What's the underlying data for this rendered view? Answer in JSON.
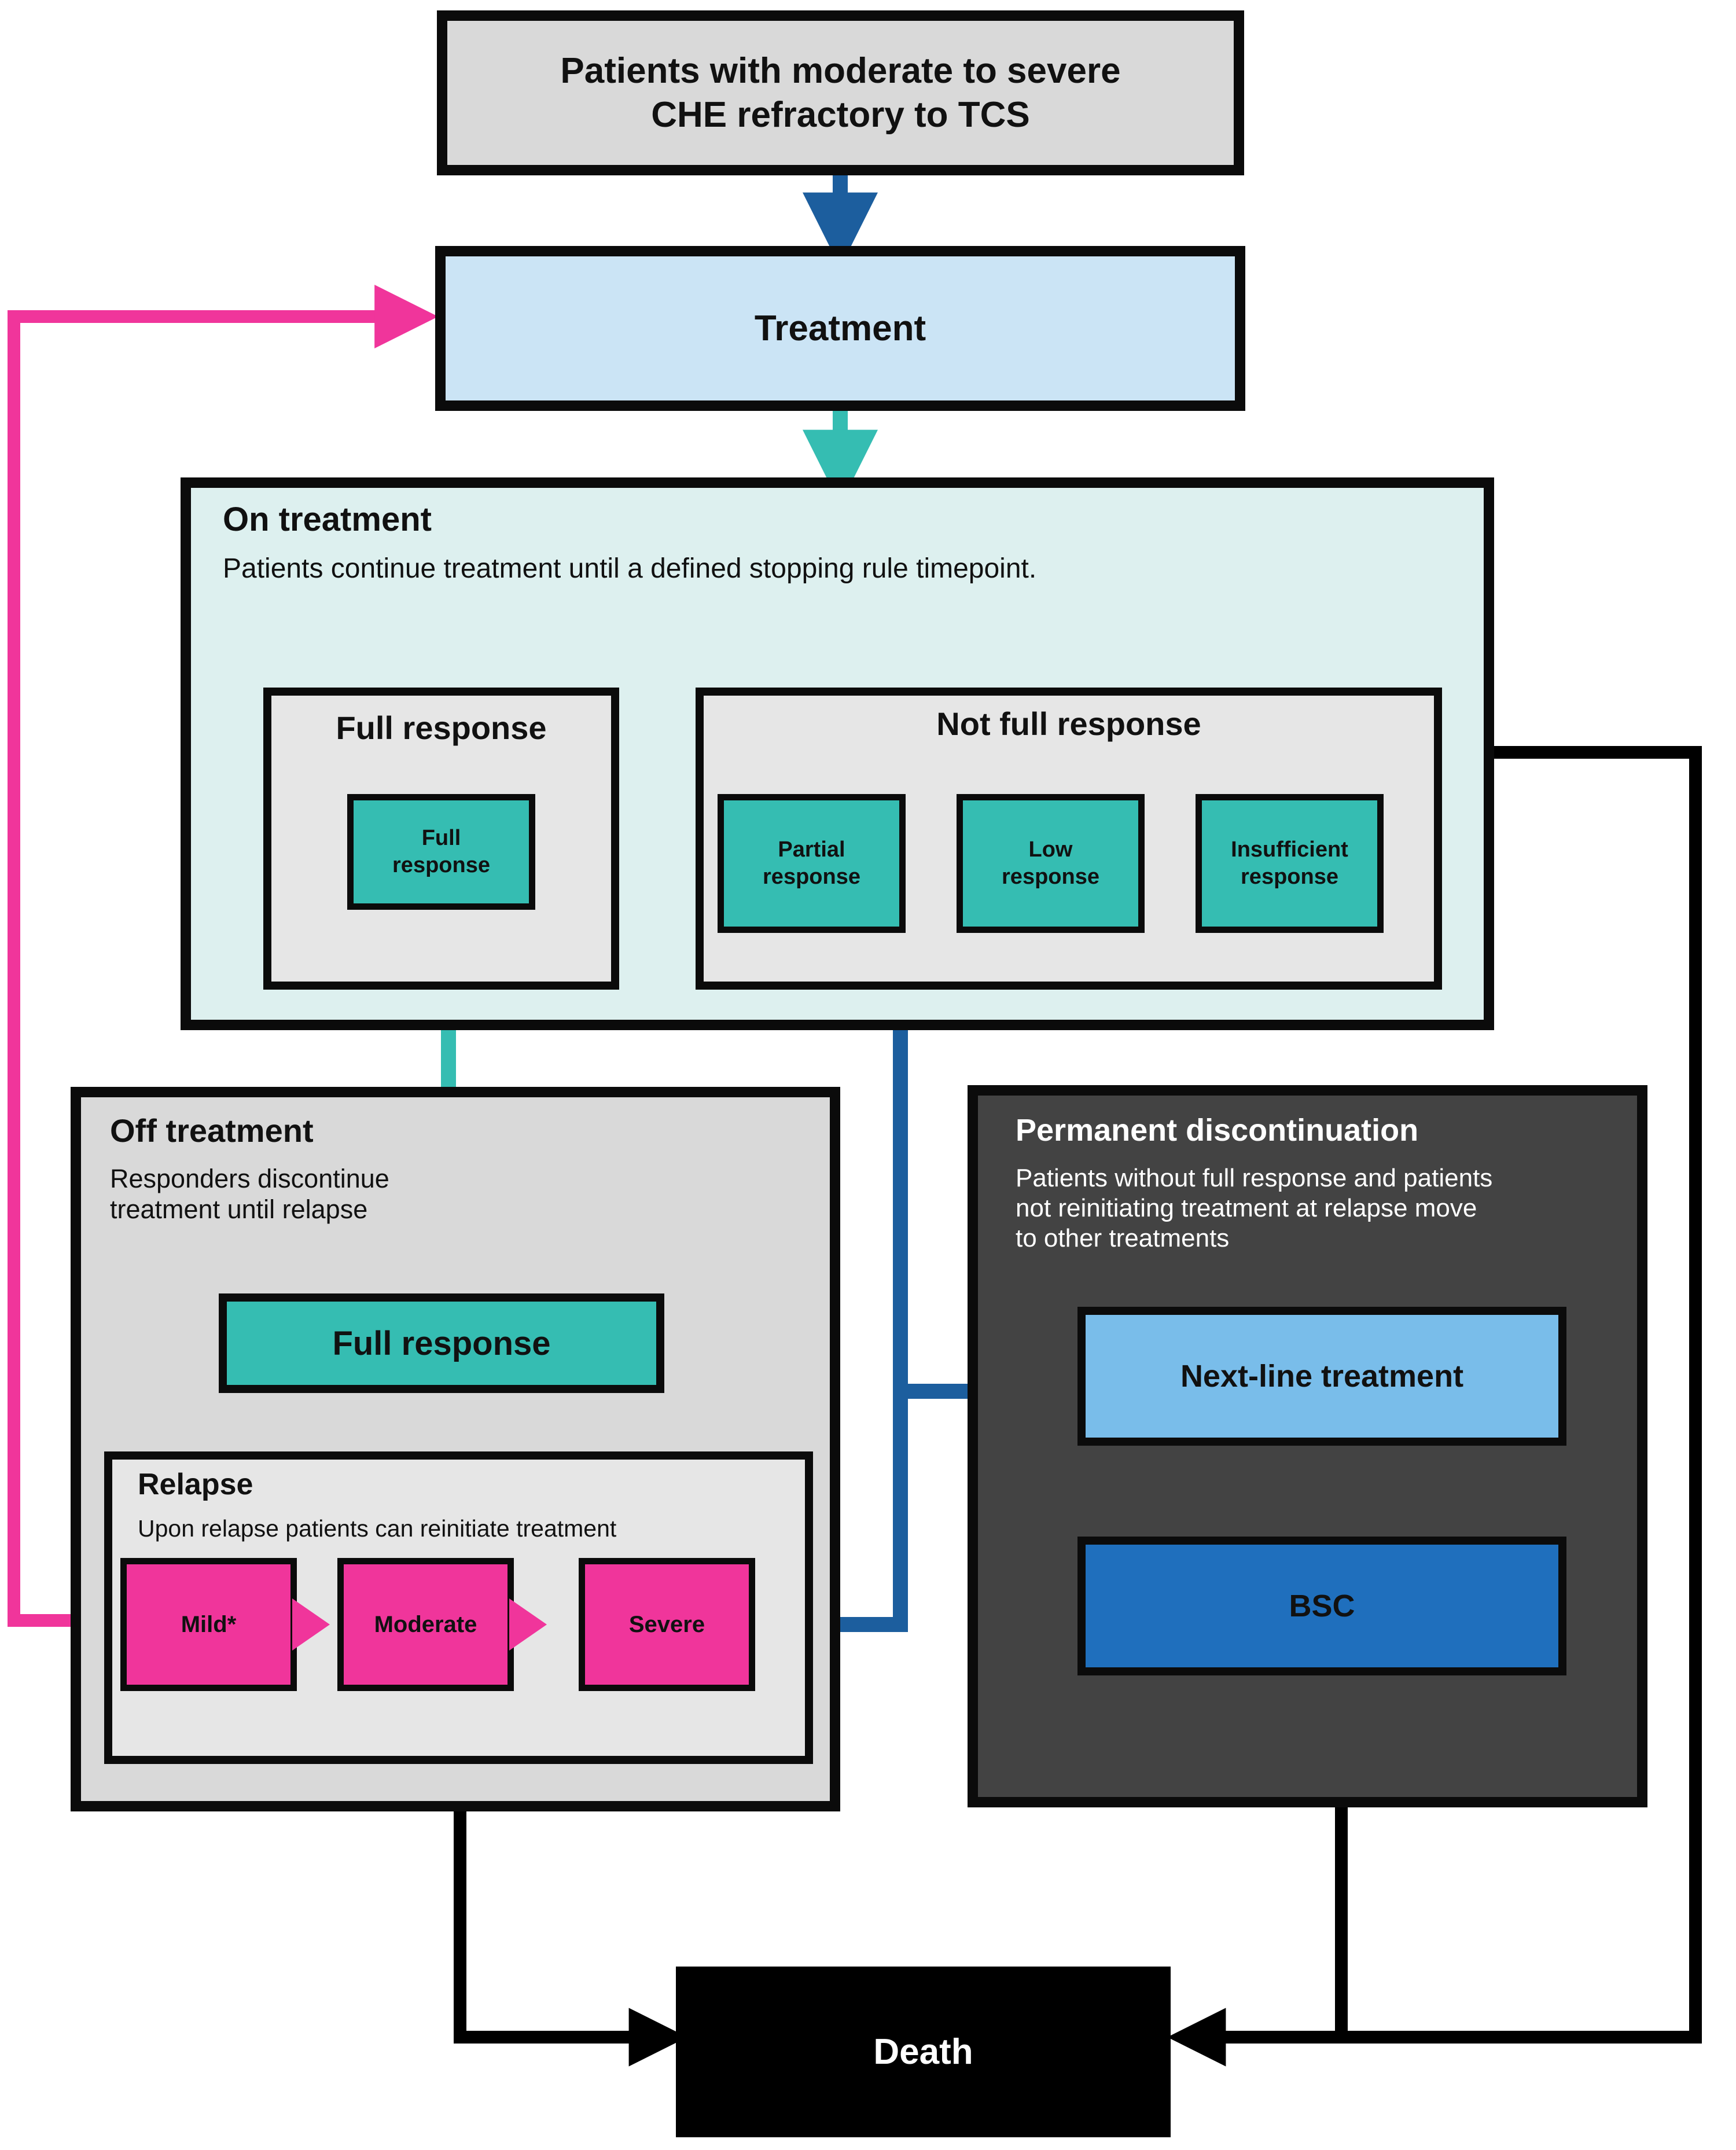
{
  "diagram": {
    "title_node": {
      "label": "Patients with moderate to severe\nCHE refractory to TCS",
      "line1": "Patients with moderate to severe",
      "line2": "CHE refractory to TCS"
    },
    "treatment_node": {
      "label": "Treatment"
    },
    "on_treatment": {
      "title": "On treatment",
      "subtitle": "Patients continue treatment until a defined stopping rule timepoint.",
      "full_response_group": {
        "title": "Full response",
        "state": "Full\nresponse",
        "state_line1": "Full",
        "state_line2": "response"
      },
      "not_full_response_group": {
        "title": "Not full response",
        "states": [
          {
            "line1": "Partial",
            "line2": "response"
          },
          {
            "line1": "Low",
            "line2": "response"
          },
          {
            "line1": "Insufficient",
            "line2": "response"
          }
        ]
      }
    },
    "off_treatment": {
      "title": "Off treatment",
      "subtitle_line1": "Responders discontinue",
      "subtitle_line2": "treatment until relapse",
      "full_response": {
        "label": "Full response"
      },
      "relapse": {
        "title": "Relapse",
        "subtitle": "Upon relapse patients can reinitiate treatment",
        "severities": [
          {
            "label": "Mild*"
          },
          {
            "label": "Moderate"
          },
          {
            "label": "Severe"
          }
        ]
      }
    },
    "permanent_discontinuation": {
      "title": "Permanent discontinuation",
      "subtitle_line1": "Patients without full response and patients",
      "subtitle_line2": "not reinitiating treatment at relapse move",
      "subtitle_line3": "to other treatments",
      "next_line": {
        "label": "Next-line treatment"
      },
      "bsc": {
        "label": "BSC"
      }
    },
    "death_node": {
      "label": "Death"
    },
    "colors": {
      "teal": "#35bdb2",
      "pale_mint": "#ddf0ef",
      "pink": "#f0359b",
      "pale_blue": "#cbe4f5",
      "sky_blue": "#79bdea",
      "deep_blue": "#1f6fbd",
      "dark_grey": "#434343",
      "grey": "#d9d9d9",
      "black": "#000000",
      "arrow_blue": "#1c5e9e"
    },
    "edges": [
      {
        "name": "cohort-to-treatment",
        "color": "#1c5e9e",
        "from": "title_node",
        "to": "treatment_node"
      },
      {
        "name": "treatment-to-on-treatment",
        "color": "#35bdb2",
        "from": "treatment_node",
        "to": "on_treatment"
      },
      {
        "name": "not-full-to-full-response",
        "color": "#35bdb2",
        "from": "not_full_response_group",
        "to": "full_response_group"
      },
      {
        "name": "full-response-self-loop",
        "color": "#35bdb2",
        "from": "full_response_group",
        "to": "full_response_group"
      },
      {
        "name": "not-full-response-self-loop",
        "color": "#35bdb2",
        "from": "not_full_response_group",
        "to": "not_full_response_group"
      },
      {
        "name": "on-treatment-to-off-treatment",
        "color": "#35bdb2",
        "from": "full_response_group",
        "to": "off_treatment_full_response"
      },
      {
        "name": "off-treatment-full-response-self-loop",
        "color": "#35bdb2",
        "from": "off_treatment_full_response",
        "to": "off_treatment_full_response"
      },
      {
        "name": "full-response-to-relapse",
        "color": "#f0359b",
        "from": "off_treatment_full_response",
        "to": "relapse"
      },
      {
        "name": "mild-to-moderate",
        "color": "#f0359b",
        "from": "mild",
        "to": "moderate"
      },
      {
        "name": "moderate-to-severe",
        "color": "#f0359b",
        "from": "moderate",
        "to": "severe"
      },
      {
        "name": "relapse-to-treatment",
        "color": "#f0359b",
        "from": "relapse",
        "to": "treatment_node"
      },
      {
        "name": "not-full-response-to-next-line",
        "color": "#1c5e9e",
        "from": "not_full_response_group",
        "to": "next_line"
      },
      {
        "name": "severe-to-next-line",
        "color": "#1c5e9e",
        "from": "severe",
        "to": "next_line"
      },
      {
        "name": "next-line-to-bsc",
        "color": "#1c5e9e",
        "from": "next_line",
        "to": "bsc"
      },
      {
        "name": "off-treatment-to-death",
        "color": "#000000",
        "from": "off_treatment",
        "to": "death_node"
      },
      {
        "name": "permanent-discontinuation-to-death",
        "color": "#000000",
        "from": "permanent_discontinuation",
        "to": "death_node"
      },
      {
        "name": "on-treatment-to-death",
        "color": "#000000",
        "from": "on_treatment",
        "to": "death_node"
      }
    ]
  }
}
